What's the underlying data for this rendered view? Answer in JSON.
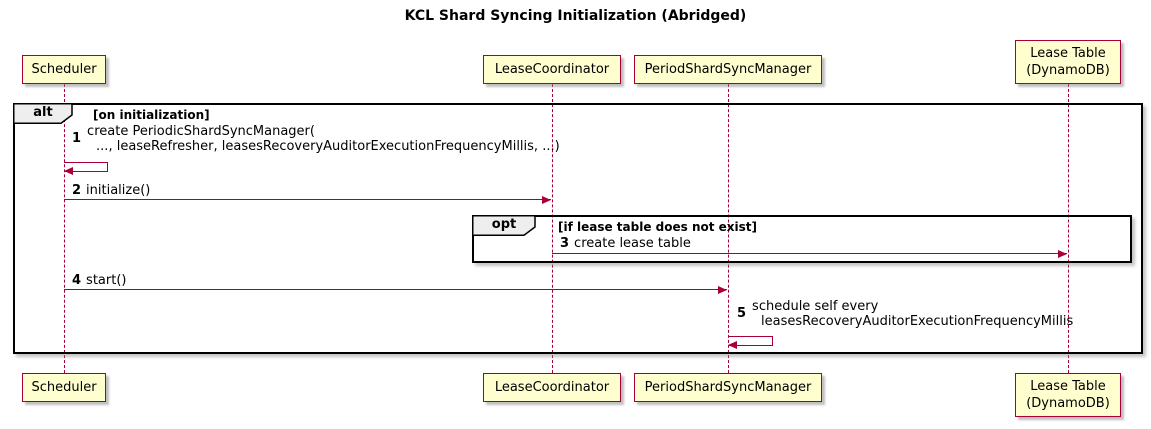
{
  "title": "KCL Shard Syncing Initialization (Abridged)",
  "colors": {
    "participant_fill": "#FEFECE",
    "participant_border": "#A80036",
    "arrow": "#A80036",
    "frame_border": "#000000",
    "frame_label_fill": "#EEEEEE",
    "background": "#FFFFFF"
  },
  "participants": [
    {
      "name": "Scheduler"
    },
    {
      "name": "LeaseCoordinator"
    },
    {
      "name": "PeriodShardSyncManager"
    },
    {
      "name": "Lease Table",
      "line2": "(DynamoDB)"
    }
  ],
  "frames": {
    "alt": {
      "keyword": "alt",
      "condition": "[on initialization]"
    },
    "opt": {
      "keyword": "opt",
      "condition": "[if lease table does not exist]"
    }
  },
  "messages": [
    {
      "num": "1",
      "line1": "create PeriodicShardSyncManager(",
      "line2": "..., leaseRefresher, leasesRecoveryAuditorExecutionFrequencyMillis, ...)"
    },
    {
      "num": "2",
      "text": "initialize()"
    },
    {
      "num": "3",
      "text": "create lease table"
    },
    {
      "num": "4",
      "text": "start()"
    },
    {
      "num": "5",
      "line1": "schedule self every",
      "line2": "leasesRecoveryAuditorExecutionFrequencyMillis"
    }
  ]
}
